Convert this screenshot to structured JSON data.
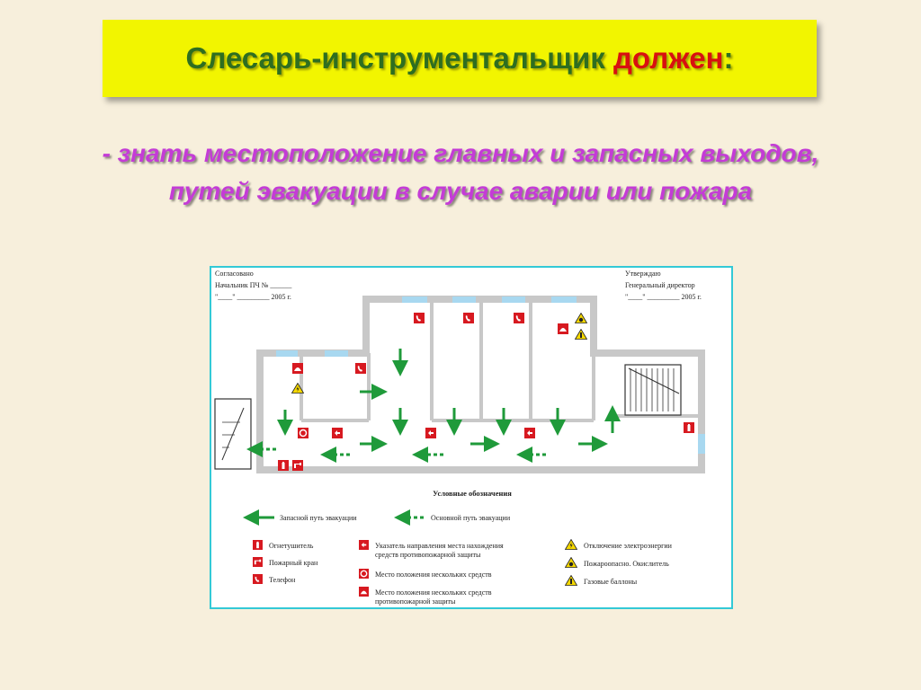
{
  "slide": {
    "title_main": "Слесарь-инструментальщик ",
    "title_accent": "должен",
    "title_colon": ":",
    "subtitle_line1": "- знать местоположение главных и запасных выходов,",
    "subtitle_line2": "путей эвакуации в случае аварии или пожара"
  },
  "plan": {
    "approval_left": {
      "line1": "Согласовано",
      "line2": "Начальник ПЧ № ______",
      "line3": "\"____\" _________ 2005 г."
    },
    "approval_right": {
      "line1": "Утверждаю",
      "line2": "Генеральный директор",
      "line3": "\"____\" _________ 2005 г."
    },
    "legend_title": "Условные обозначения",
    "legend": {
      "reserve_route": "Запасной путь эвакуации",
      "main_route": "Основной путь эвакуации",
      "extinguisher": "Огнетушитель",
      "fire_hydrant": "Пожарный кран",
      "phone": "Телефон",
      "direction_pointer_l1": "Указатель направления места нахождения",
      "direction_pointer_l2": "средств противопожарной защиты",
      "multiple_means": "Место положения нескольких средств",
      "multiple_protection_l1": "Место положения нескольких средств",
      "multiple_protection_l2": "противопожарной защиты",
      "power_off": "Отключение электроэнергии",
      "oxidizer": "Пожароопасно. Окислитель",
      "gas_cylinders": "Газовые баллоны"
    },
    "colors": {
      "wall": "#c8c8c8",
      "window": "#a8d8f0",
      "route": "#1f9a3a",
      "fire_sign": "#d71920",
      "warning": "#f5d800",
      "frame": "#33c9d6"
    }
  }
}
